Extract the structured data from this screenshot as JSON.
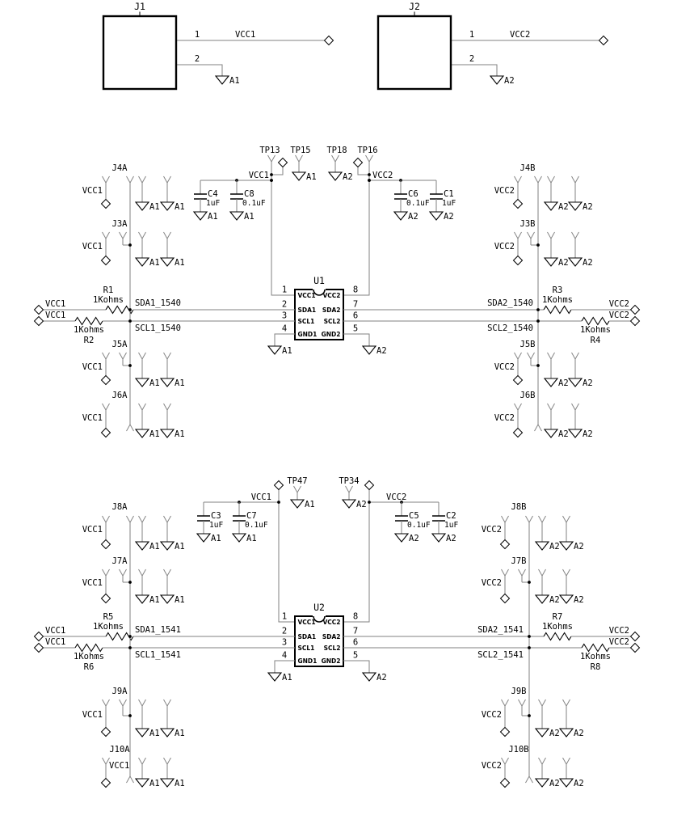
{
  "colors": {
    "wire": "#828282",
    "symbol": "#000000",
    "text": "#000000",
    "background": "#ffffff"
  },
  "top_connectors": [
    {
      "ref": "J1",
      "pin1": "1",
      "pin1_net": "VCC1",
      "pin2": "2",
      "pin2_gnd": "A1"
    },
    {
      "ref": "J2",
      "pin1": "1",
      "pin1_net": "VCC2",
      "pin2": "2",
      "pin2_gnd": "A2"
    }
  ],
  "sections": [
    {
      "rails": {
        "left_net": "VCC1",
        "right_net": "VCC2"
      },
      "testpoints": [
        {
          "ref": "TP13"
        },
        {
          "ref": "TP15",
          "gnd": "A1"
        },
        {
          "ref": "TP18",
          "gnd": "A2"
        },
        {
          "ref": "TP16"
        }
      ],
      "caps_left": [
        {
          "ref": "C4",
          "value": "1uF",
          "gnd": "A1"
        },
        {
          "ref": "C8",
          "value": "0.1uF",
          "gnd": "A1"
        }
      ],
      "caps_right": [
        {
          "ref": "C6",
          "value": "0.1uF",
          "gnd": "A2"
        },
        {
          "ref": "C1",
          "value": "1uF",
          "gnd": "A2"
        }
      ],
      "ic": {
        "ref": "U1",
        "gnd_left": "A1",
        "gnd_right": "A2",
        "pins_left": [
          {
            "num": "1",
            "name": "VCC1"
          },
          {
            "num": "2",
            "name": "SDA1"
          },
          {
            "num": "3",
            "name": "SCL1"
          },
          {
            "num": "4",
            "name": "GND1"
          }
        ],
        "pins_right": [
          {
            "num": "8",
            "name": "VCC2"
          },
          {
            "num": "7",
            "name": "SDA2"
          },
          {
            "num": "6",
            "name": "SCL2"
          },
          {
            "num": "5",
            "name": "GND2"
          }
        ]
      },
      "resistors": [
        {
          "ref": "R1",
          "value": "1Kohms"
        },
        {
          "ref": "R2",
          "value": "1Kohms"
        },
        {
          "ref": "R3",
          "value": "1Kohms"
        },
        {
          "ref": "R4",
          "value": "1Kohms"
        }
      ],
      "nets": {
        "sda_left": "SDA1_1540",
        "scl_left": "SCL1_1540",
        "sda_right": "SDA2_1540",
        "scl_right": "SCL2_1540"
      },
      "ports": {
        "left_sda": "VCC1",
        "left_scl": "VCC1",
        "right_sda": "VCC2",
        "right_scl": "VCC2"
      },
      "jgroups_left": [
        {
          "ref": "J4A",
          "vcc": "VCC1",
          "gnd": "A1"
        },
        {
          "ref": "J3A",
          "vcc": "VCC1",
          "gnd": "A1"
        },
        {
          "ref": "J5A",
          "vcc": "VCC1",
          "gnd": "A1"
        },
        {
          "ref": "J6A",
          "vcc": "VCC1",
          "gnd": "A1"
        }
      ],
      "jgroups_right": [
        {
          "ref": "J4B",
          "vcc": "VCC2",
          "gnd": "A2"
        },
        {
          "ref": "J3B",
          "vcc": "VCC2",
          "gnd": "A2"
        },
        {
          "ref": "J5B",
          "vcc": "VCC2",
          "gnd": "A2"
        },
        {
          "ref": "J6B",
          "vcc": "VCC2",
          "gnd": "A2"
        }
      ]
    },
    {
      "rails": {
        "left_net": "VCC1",
        "right_net": "VCC2"
      },
      "testpoints": [
        {
          "ref": "TP47",
          "gnd": "A1"
        },
        {
          "ref": "TP34",
          "gnd": "A2"
        }
      ],
      "caps_left": [
        {
          "ref": "C3",
          "value": "1uF",
          "gnd": "A1"
        },
        {
          "ref": "C7",
          "value": "0.1uF",
          "gnd": "A1"
        }
      ],
      "caps_right": [
        {
          "ref": "C5",
          "value": "0.1uF",
          "gnd": "A2"
        },
        {
          "ref": "C2",
          "value": "1uF",
          "gnd": "A2"
        }
      ],
      "ic": {
        "ref": "U2",
        "gnd_left": "A1",
        "gnd_right": "A2",
        "pins_left": [
          {
            "num": "1",
            "name": "VCC1"
          },
          {
            "num": "2",
            "name": "SDA1"
          },
          {
            "num": "3",
            "name": "SCL1"
          },
          {
            "num": "4",
            "name": "GND1"
          }
        ],
        "pins_right": [
          {
            "num": "8",
            "name": "VCC2"
          },
          {
            "num": "7",
            "name": "SDA2"
          },
          {
            "num": "6",
            "name": "SCL2"
          },
          {
            "num": "5",
            "name": "GND2"
          }
        ]
      },
      "resistors": [
        {
          "ref": "R5",
          "value": "1Kohms"
        },
        {
          "ref": "R6",
          "value": "1Kohms"
        },
        {
          "ref": "R7",
          "value": "1Kohms"
        },
        {
          "ref": "R8",
          "value": "1Kohms"
        }
      ],
      "nets": {
        "sda_left": "SDA1_1541",
        "scl_left": "SCL1_1541",
        "sda_right": "SDA2_1541",
        "scl_right": "SCL2_1541"
      },
      "ports": {
        "left_sda": "VCC1",
        "left_scl": "VCC1",
        "right_sda": "VCC2",
        "right_scl": "VCC2"
      },
      "jgroups_left": [
        {
          "ref": "J8A",
          "vcc": "VCC1",
          "gnd": "A1"
        },
        {
          "ref": "J7A",
          "vcc": "VCC1",
          "gnd": "A1"
        },
        {
          "ref": "J9A",
          "vcc": "VCC1",
          "gnd": "A1"
        },
        {
          "ref": "J10A",
          "vcc": "VCC1",
          "gnd": "A1"
        }
      ],
      "jgroups_right": [
        {
          "ref": "J8B",
          "vcc": "VCC2",
          "gnd": "A2"
        },
        {
          "ref": "J7B",
          "vcc": "VCC2",
          "gnd": "A2"
        },
        {
          "ref": "J9B",
          "vcc": "VCC2",
          "gnd": "A2"
        },
        {
          "ref": "J10B",
          "vcc": "VCC2",
          "gnd": "A2"
        }
      ]
    }
  ]
}
